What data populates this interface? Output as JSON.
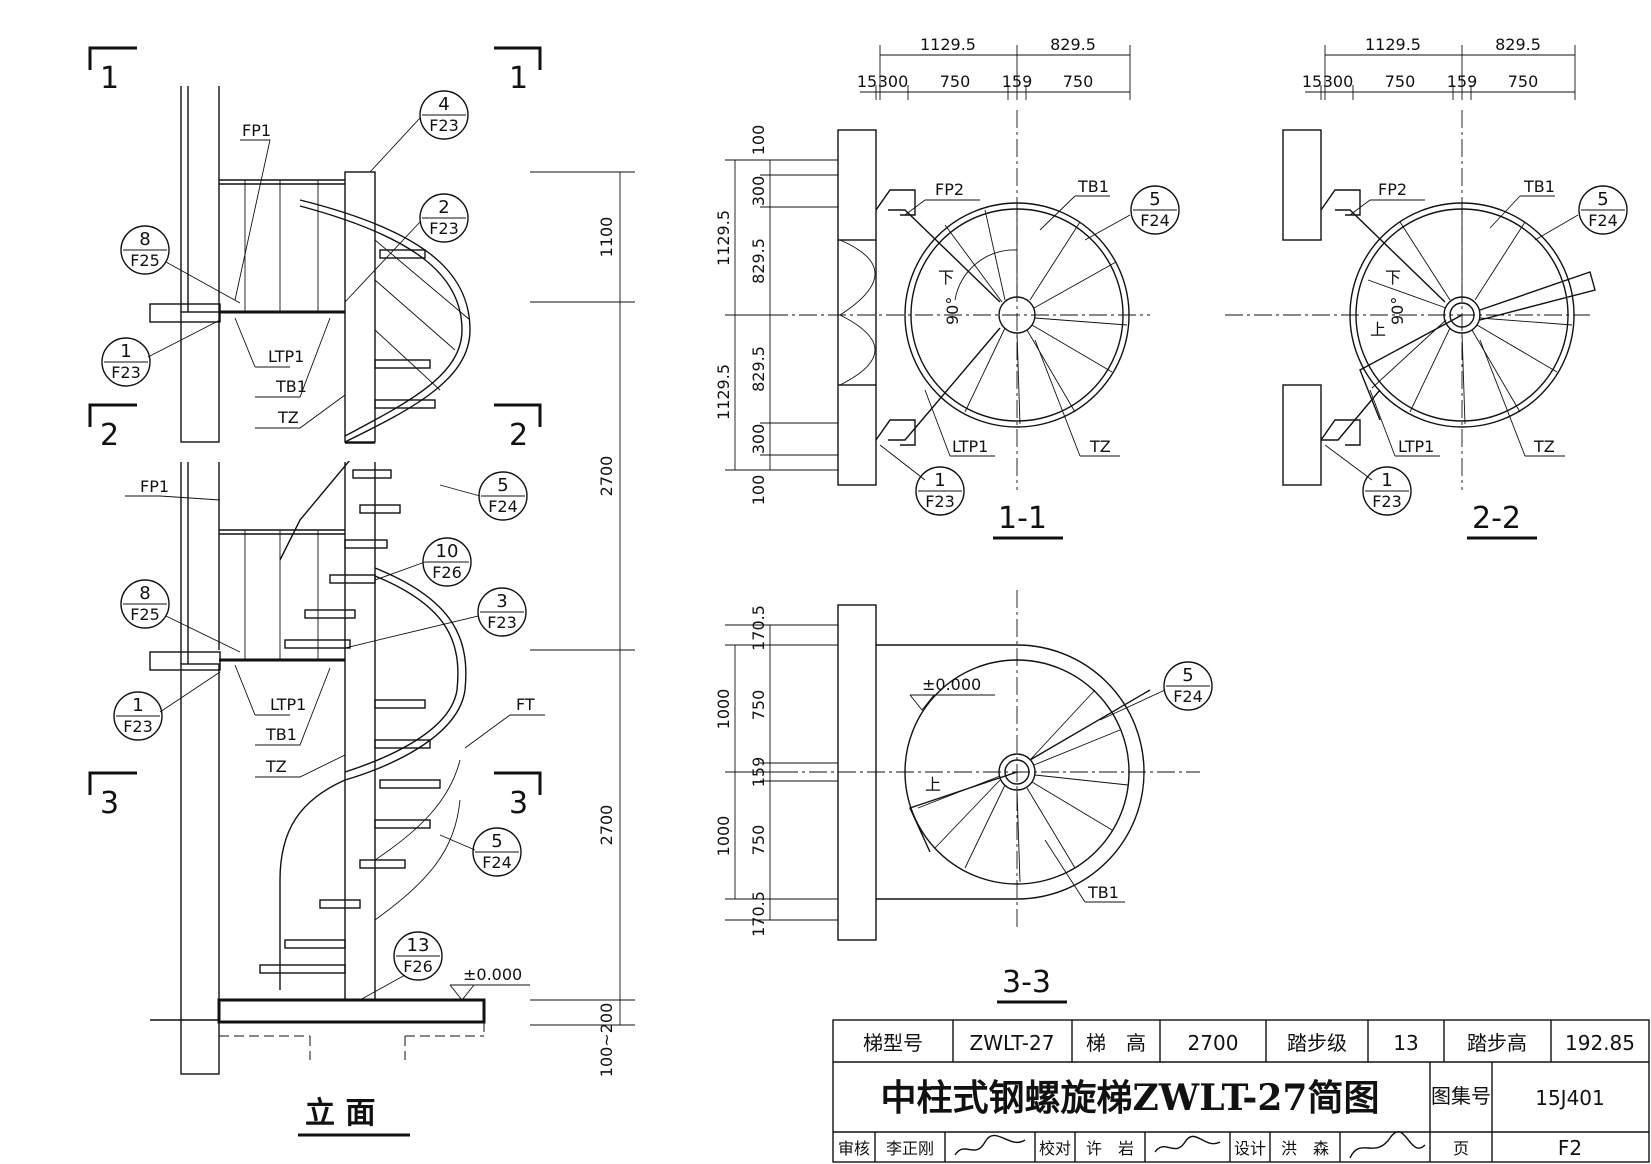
{
  "labels": {
    "fp1": "FP1",
    "fp2": "FP2",
    "ltp1": "LTP1",
    "tb1": "TB1",
    "tz": "TZ",
    "ft": "FT",
    "down": "下",
    "up": "上",
    "deg90": "90°",
    "elev": "±0.000",
    "sec_num_1": "1",
    "sec_num_2": "2",
    "sec_num_3": "3"
  },
  "details": {
    "d4": {
      "num": "4",
      "page": "F23"
    },
    "d2": {
      "num": "2",
      "page": "F23"
    },
    "d8": {
      "num": "8",
      "page": "F25"
    },
    "d1": {
      "num": "1",
      "page": "F23"
    },
    "d5": {
      "num": "5",
      "page": "F24"
    },
    "d10": {
      "num": "10",
      "page": "F26"
    },
    "d3": {
      "num": "3",
      "page": "F23"
    },
    "d13": {
      "num": "13",
      "page": "F26"
    }
  },
  "elevation_dims": [
    "1100",
    "2700",
    "2700",
    "100~200"
  ],
  "plan_top_dims": [
    "1129.5",
    "829.5"
  ],
  "plan_step_dims": [
    "15",
    "300",
    "750",
    "159",
    "750"
  ],
  "plan_side_dims": [
    "100",
    "300",
    "829.5",
    "1129.5",
    "829.5",
    "1129.5",
    "300",
    "100"
  ],
  "plan33_dims": [
    "170.5",
    "750",
    "1000",
    "159",
    "750",
    "1000",
    "170.5"
  ],
  "titles": {
    "elevation": "立 面",
    "s11": "1-1",
    "s22": "2-2",
    "s33": "3-3"
  },
  "title_block": {
    "type_label": "梯型号",
    "type_value": "ZWLT-27",
    "height_label": "梯　高",
    "height_value": "2700",
    "steps_label": "踏步级",
    "steps_value": "13",
    "riser_label": "踏步高",
    "riser_value": "192.85",
    "drawing_title": "中柱式钢螺旋梯ZWLT-27简图",
    "atlas_label": "图集号",
    "atlas_value": "15J401",
    "review_label": "审核",
    "review_name": "李正刚",
    "check_label": "校对",
    "check_name": "许　岩",
    "design_label": "设计",
    "design_name": "洪　森",
    "page_label": "页",
    "page_value": "F2"
  }
}
